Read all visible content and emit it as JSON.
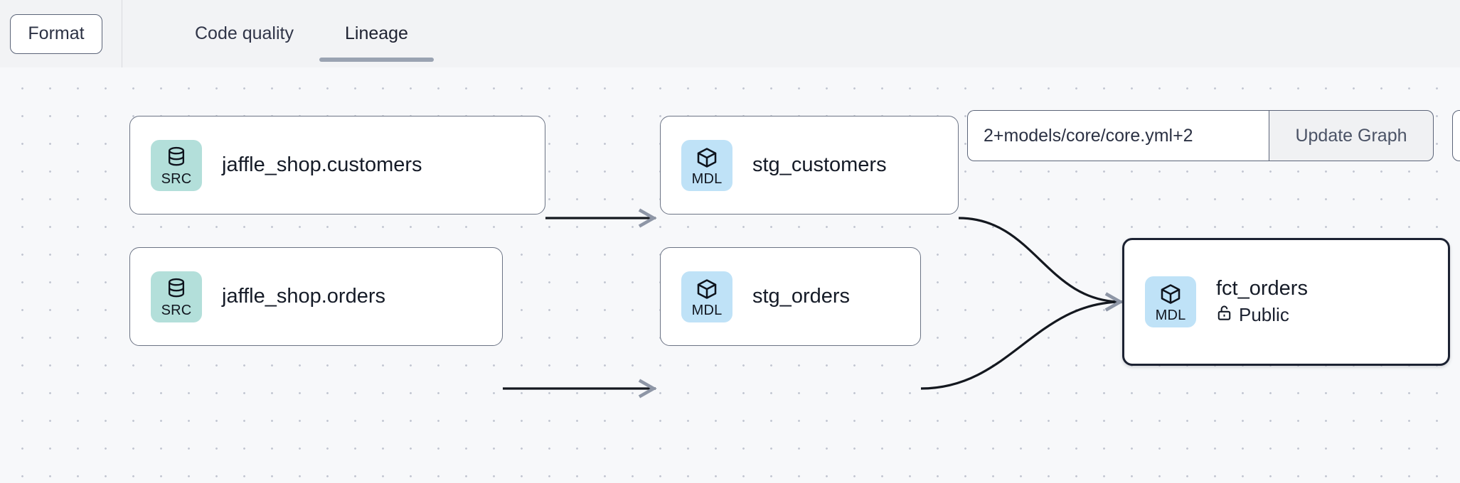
{
  "toolbar": {
    "format_label": "Format",
    "tabs": [
      {
        "label": "Code quality",
        "active": false
      },
      {
        "label": "Lineage",
        "active": true
      }
    ]
  },
  "controls": {
    "selector_value": "2+models/core/core.yml+2",
    "selector_placeholder": "2+models/core/core.yml+2",
    "update_button_label": "Update Graph"
  },
  "graph": {
    "nodes": [
      {
        "id": "src_customers",
        "type": "SRC",
        "icon": "database-icon",
        "title": "jaffle_shop.customers",
        "subtitle": null,
        "selected": false
      },
      {
        "id": "src_orders",
        "type": "SRC",
        "icon": "database-icon",
        "title": "jaffle_shop.orders",
        "subtitle": null,
        "selected": false
      },
      {
        "id": "stg_customers",
        "type": "MDL",
        "icon": "cube-icon",
        "title": "stg_customers",
        "subtitle": null,
        "selected": false
      },
      {
        "id": "stg_orders",
        "type": "MDL",
        "icon": "cube-icon",
        "title": "stg_orders",
        "subtitle": null,
        "selected": false
      },
      {
        "id": "fct_orders",
        "type": "MDL",
        "icon": "cube-icon",
        "title": "fct_orders",
        "subtitle": "Public",
        "subtitle_icon": "unlock-icon",
        "selected": true
      }
    ],
    "edges": [
      {
        "from": "src_customers",
        "to": "stg_customers"
      },
      {
        "from": "src_orders",
        "to": "stg_orders"
      },
      {
        "from": "stg_customers",
        "to": "fct_orders"
      },
      {
        "from": "stg_orders",
        "to": "fct_orders"
      }
    ]
  },
  "colors": {
    "src_badge": "#b3dfda",
    "mdl_badge": "#bfe2f7",
    "canvas_bg": "#f7f8fa",
    "toolbar_bg": "#f2f3f5",
    "node_border": "#6b7384",
    "selected_border": "#1c2232",
    "edge": "#14181f",
    "tab_underline": "#9aa3b2"
  }
}
